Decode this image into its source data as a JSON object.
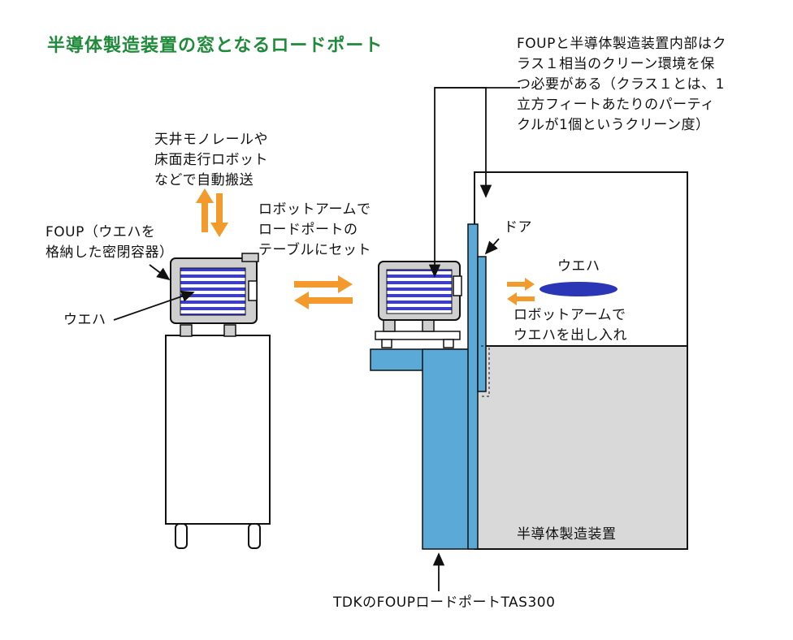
{
  "title": "半導体製造装置の窓となるロードポート",
  "labels": {
    "clean_note": "FOUPと半導体製造装置内部はク\nラス１相当のクリーン環境を保\nつ必要がある（クラス１とは、1\n立方フィートあたりのパーティ\nクルが1個というクリーン度）",
    "ceiling_transport": "天井モノレールや\n床面走行ロボット\nなどで自動搬送",
    "robot_set": "ロボットアームで\nロードポートの\nテーブルにセット",
    "foup_desc": "FOUP（ウエハを\n格納した密閉容器）",
    "wafer_left": "ウエハ",
    "door": "ドア",
    "wafer_right": "ウエハ",
    "robot_inout": "ロボットアームで\nウエハを出し入れ",
    "equipment": "半導体製造装置",
    "loadport": "TDKのFOUPロードポートTAS300"
  },
  "colors": {
    "title": "#1f8a3a",
    "arrow": "#f39a2c",
    "loadport_blue": "#5aa9d6",
    "wafer_blue": "#2a36b5",
    "equipment_gray": "#d9d9d9"
  }
}
